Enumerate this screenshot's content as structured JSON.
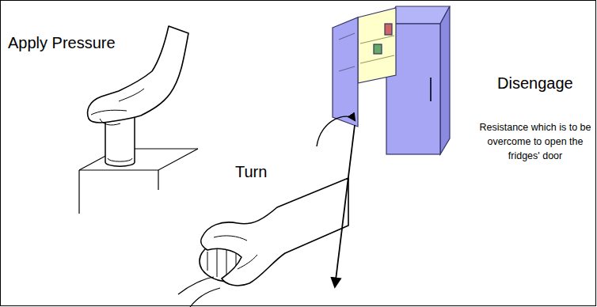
{
  "diagram": {
    "labels": [
      "Apply Pressure",
      "Turn",
      "Disengage",
      "Resistance which is to be overcome to open the fridges' door"
    ]
  }
}
